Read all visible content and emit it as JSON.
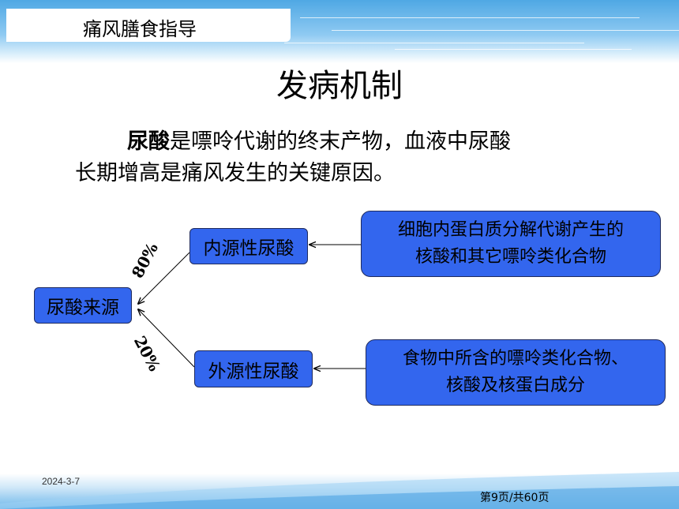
{
  "header": {
    "title": "痛风膳食指导"
  },
  "heading": "发病机制",
  "intro": {
    "bold_term": "尿酸",
    "line1_rest": "是嘌呤代谢的终末产物，血液中尿酸",
    "line2": "长期增高是痛风发生的关键原因。"
  },
  "diagram": {
    "root": "尿酸来源",
    "endogenous": {
      "label": "内源性尿酸",
      "percent": "80%"
    },
    "exogenous": {
      "label": "外源性尿酸",
      "percent": "20%"
    },
    "endogenous_source": {
      "line1": "细胞内蛋白质分解代谢产生的",
      "line2": "核酸和其它嘌呤类化合物"
    },
    "exogenous_source": {
      "line1": "食物中所含的嘌呤类化合物、",
      "line2": "核酸及核蛋白成分"
    }
  },
  "footer": {
    "date": "2024-3-7",
    "page": "第9页/共60页"
  },
  "colors": {
    "box_fill": "#3366ee",
    "band": "#4fa8e4"
  }
}
